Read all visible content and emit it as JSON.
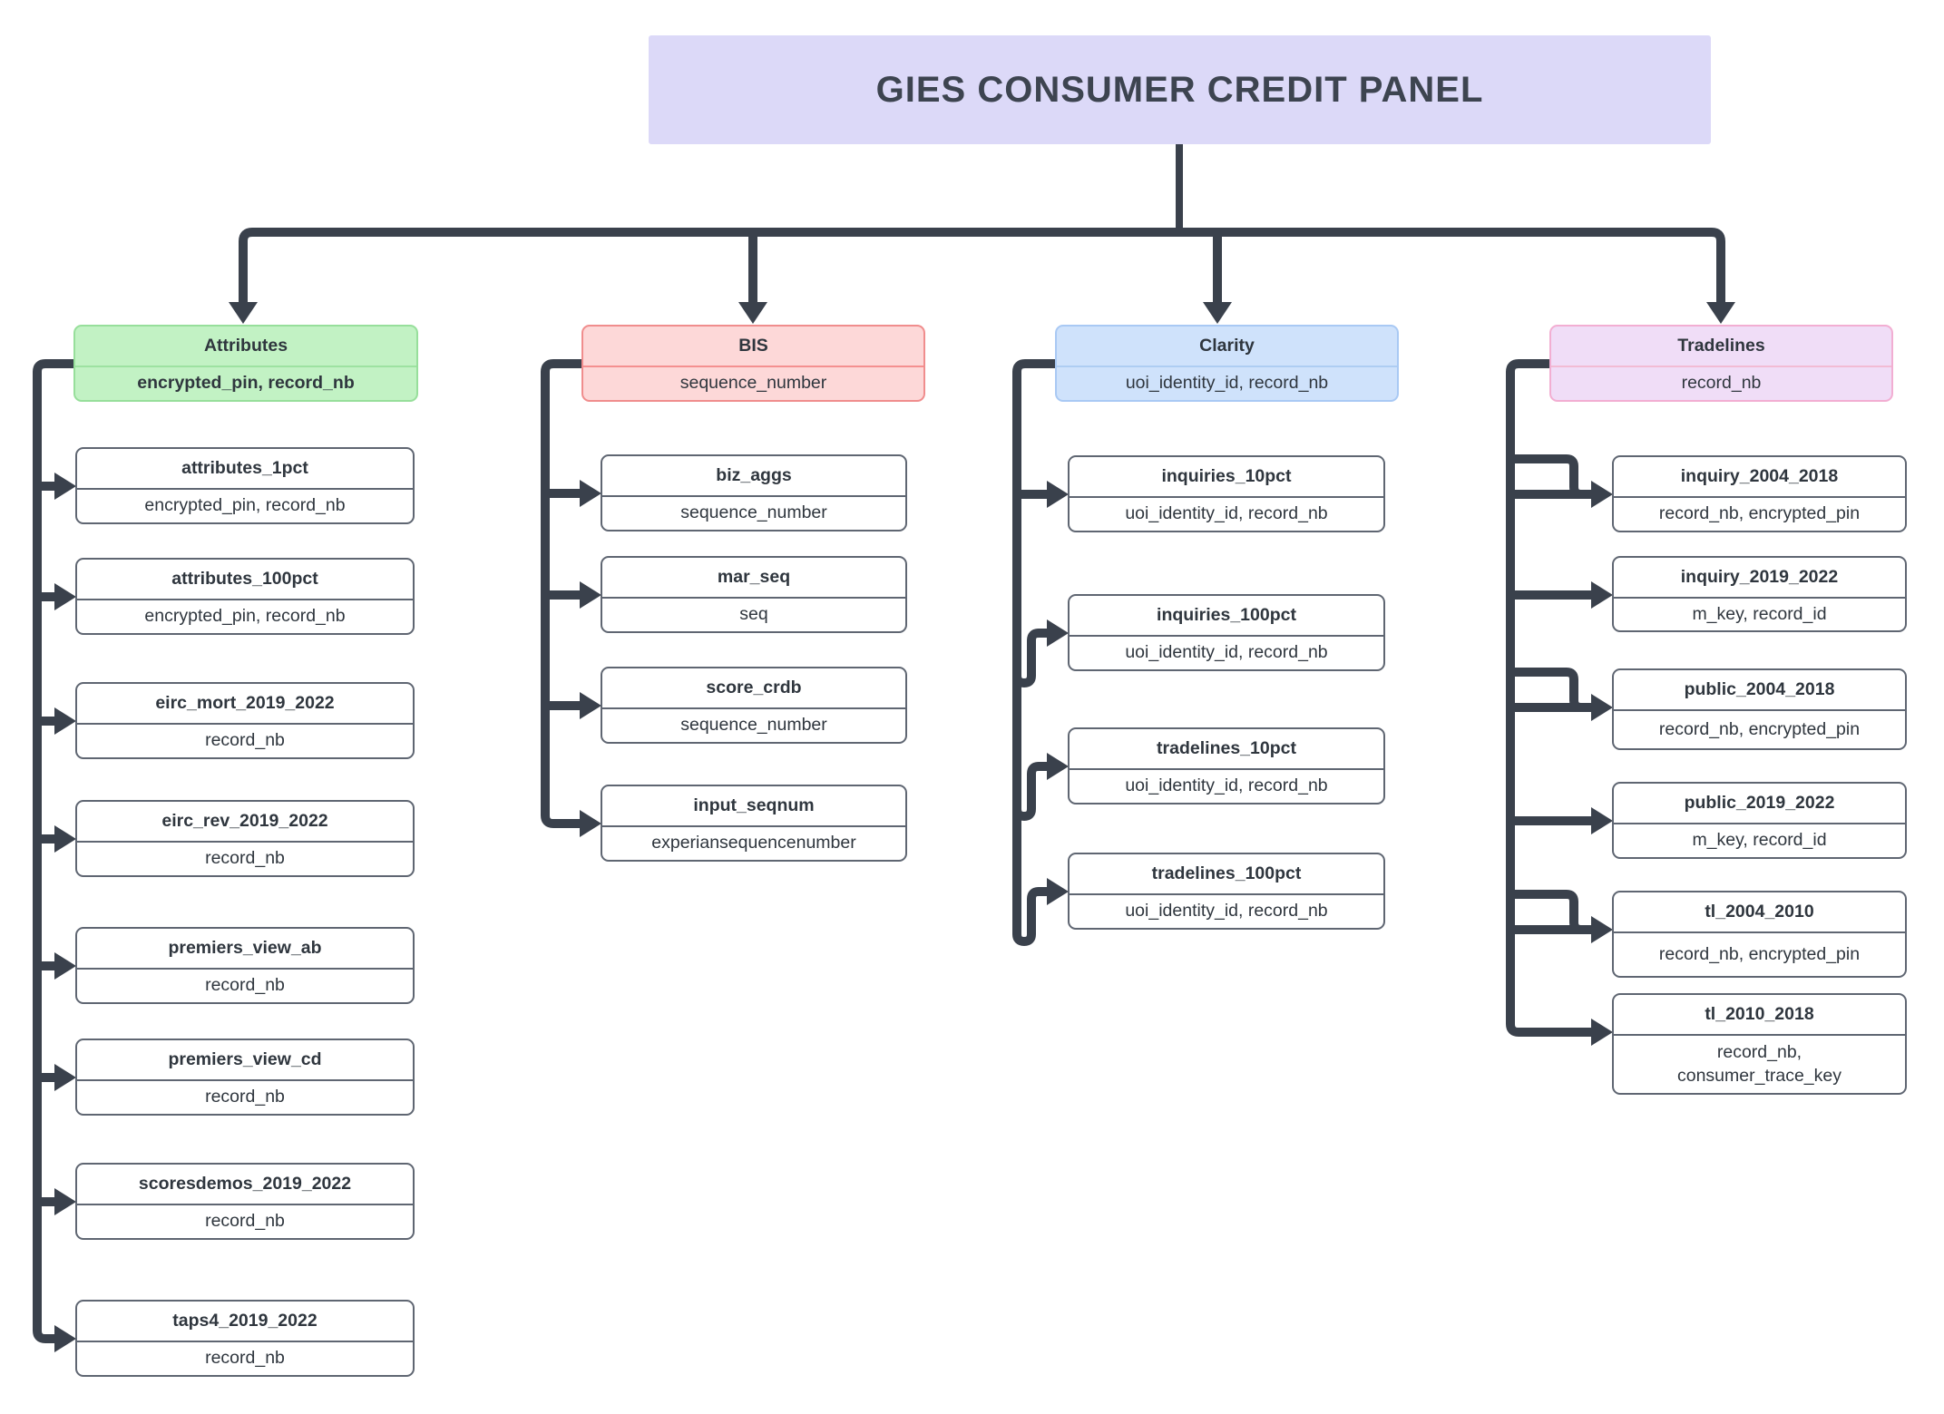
{
  "title": "GIES CONSUMER CREDIT PANEL",
  "title_bg": "#dcd9f8",
  "title_text_color": "#3d4450",
  "connector_color": "#3a414c",
  "node": {
    "border": "#5f6672",
    "text": "#2f363e",
    "fill": "#ffffff"
  },
  "columns": [
    {
      "name": "Attributes",
      "keys": "encrypted_pin, record_nb",
      "keys_bold": true,
      "colors": {
        "fill": "#c2f2c4",
        "border": "#97df9b",
        "divider": "#9de2a1"
      },
      "children": [
        {
          "title": "attributes_1pct",
          "keys": "encrypted_pin, record_nb"
        },
        {
          "title": "attributes_100pct",
          "keys": "encrypted_pin, record_nb"
        },
        {
          "title": "eirc_mort_2019_2022",
          "keys": "record_nb"
        },
        {
          "title": "eirc_rev_2019_2022",
          "keys": "record_nb"
        },
        {
          "title": "premiers_view_ab",
          "keys": "record_nb"
        },
        {
          "title": "premiers_view_cd",
          "keys": "record_nb"
        },
        {
          "title": "scoresdemos_2019_2022",
          "keys": "record_nb"
        },
        {
          "title": "taps4_2019_2022",
          "keys": "record_nb"
        }
      ]
    },
    {
      "name": "BIS",
      "keys": "sequence_number",
      "keys_bold": false,
      "colors": {
        "fill": "#fdd8d8",
        "border": "#f08d8d",
        "divider": "#f49090"
      },
      "children": [
        {
          "title": "biz_aggs",
          "keys": "sequence_number"
        },
        {
          "title": "mar_seq",
          "keys": "seq"
        },
        {
          "title": "score_crdb",
          "keys": "sequence_number"
        },
        {
          "title": "input_seqnum",
          "keys": "experiansequencenumber"
        }
      ]
    },
    {
      "name": "Clarity",
      "keys": "uoi_identity_id, record_nb",
      "keys_bold": false,
      "colors": {
        "fill": "#cfe2fb",
        "border": "#a9c9f4",
        "divider": "#aecdf2"
      },
      "children": [
        {
          "title": "inquiries_10pct",
          "keys": "uoi_identity_id, record_nb"
        },
        {
          "title": "inquiries_100pct",
          "keys": "uoi_identity_id, record_nb"
        },
        {
          "title": "tradelines_10pct",
          "keys": "uoi_identity_id, record_nb"
        },
        {
          "title": "tradelines_100pct",
          "keys": "uoi_identity_id, record_nb"
        }
      ]
    },
    {
      "name": "Tradelines",
      "keys": "record_nb",
      "keys_bold": false,
      "colors": {
        "fill": "#f0ddf7",
        "border": "#f2aed2",
        "divider": "#f2bbd4"
      },
      "children": [
        {
          "title": "inquiry_2004_2018",
          "keys": "record_nb, encrypted_pin"
        },
        {
          "title": "inquiry_2019_2022",
          "keys": "m_key, record_id"
        },
        {
          "title": "public_2004_2018",
          "keys": "record_nb, encrypted_pin"
        },
        {
          "title": "public_2019_2022",
          "keys": "m_key, record_id"
        },
        {
          "title": "tl_2004_2010",
          "keys": "record_nb, encrypted_pin"
        },
        {
          "title": "tl_2010_2018",
          "keys": "record_nb, consumer_trace_key"
        }
      ]
    }
  ]
}
